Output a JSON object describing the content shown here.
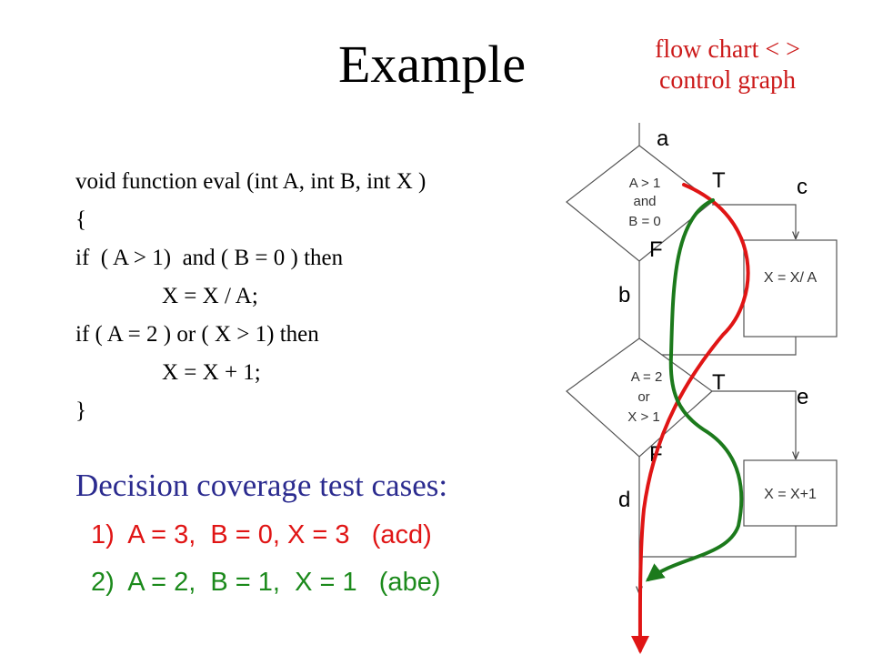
{
  "title": "Example",
  "note": {
    "line1": "flow chart < >",
    "line2": "control graph"
  },
  "code": [
    "void function eval (int A, int B, int X )",
    "{",
    "if  ( A > 1)  and ( B = 0 ) then",
    "X = X / A;",
    "if ( A = 2 ) or ( X > 1) then",
    "X = X + 1;",
    "}"
  ],
  "coverage": {
    "heading": "Decision coverage test cases:",
    "cases": [
      {
        "text": "1)  A = 3,  B = 0, X = 3   (acd)",
        "color": "#e01515"
      },
      {
        "text": "2)  A = 2,  B = 1,  X = 1   (abe)",
        "color": "#1c8a1c"
      }
    ]
  },
  "flowchart": {
    "decision1": [
      "A > 1",
      "and",
      "B = 0"
    ],
    "decision2": [
      "A = 2",
      "or",
      "X > 1"
    ],
    "process1": "X = X/ A",
    "process2": "X = X+1",
    "edge_labels": {
      "a": "a",
      "b": "b",
      "c": "c",
      "d": "d",
      "e": "e"
    },
    "true_label": "T",
    "false_label": "F",
    "path_colors": {
      "red": "#e01515",
      "green": "#1c7a1c"
    }
  }
}
